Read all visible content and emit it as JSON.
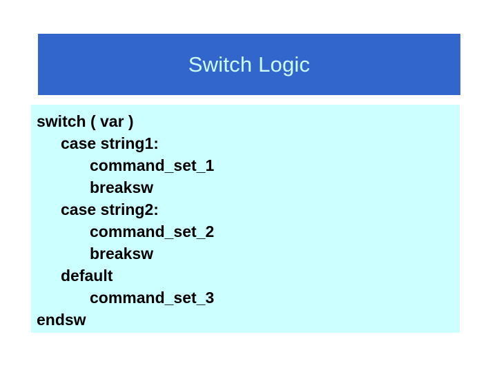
{
  "slide": {
    "background_color": "#ffffff",
    "title_banner": {
      "background_color": "#3366cc",
      "text_color": "#ccffff",
      "title": "Switch Logic"
    },
    "code_panel": {
      "background_color": "#ccffff",
      "text_color": "#000000",
      "lines": [
        {
          "text": "switch ( var )",
          "indent": 0
        },
        {
          "text": "case string1:",
          "indent": 1
        },
        {
          "text": "command_set_1",
          "indent": 2
        },
        {
          "text": "breaksw",
          "indent": 2
        },
        {
          "text": "case string2:",
          "indent": 1
        },
        {
          "text": "command_set_2",
          "indent": 2
        },
        {
          "text": "breaksw",
          "indent": 2
        },
        {
          "text": "default",
          "indent": 1
        },
        {
          "text": "command_set_3",
          "indent": 2
        },
        {
          "text": "endsw",
          "indent": 0
        }
      ]
    }
  }
}
